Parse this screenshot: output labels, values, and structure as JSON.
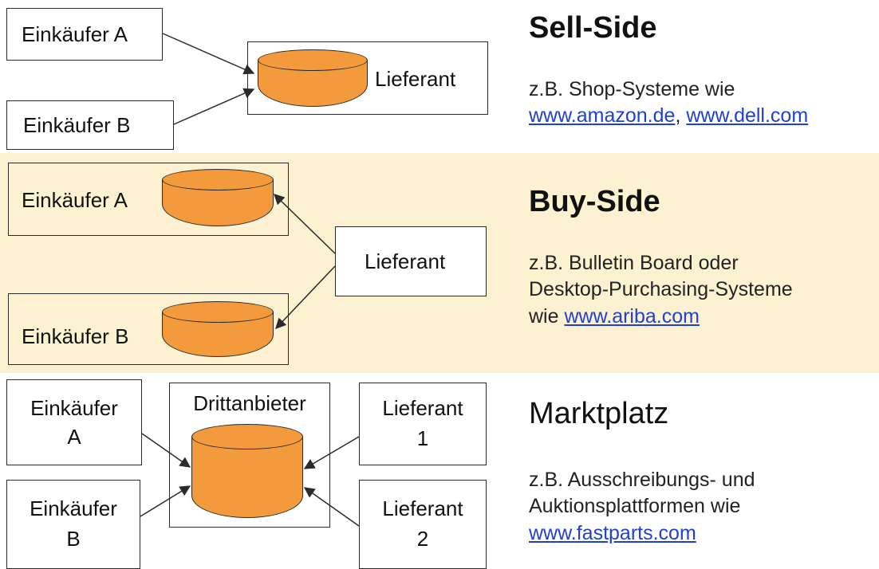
{
  "sell_side": {
    "buyer_a": "Einkäufer A",
    "buyer_b": "Einkäufer B",
    "supplier": "Lieferant",
    "heading": "Sell-Side",
    "desc_prefix": "z.B. Shop-Systeme wie",
    "link_1": "www.amazon.de",
    "separator": ", ",
    "link_2": "www.dell.com"
  },
  "buy_side": {
    "buyer_a": "Einkäufer A",
    "buyer_b": "Einkäufer B",
    "supplier": "Lieferant",
    "heading": "Buy-Side",
    "desc_line_1": "z.B. Bulletin Board oder",
    "desc_line_2": "Desktop-Purchasing-Systeme",
    "desc_prefix_3": "wie ",
    "link": "www.ariba.com"
  },
  "marketplace": {
    "buyer_a_line1": "Einkäufer",
    "buyer_a_line2": "A",
    "buyer_b_line1": "Einkäufer",
    "buyer_b_line2": "B",
    "third_party": "Drittanbieter",
    "supplier_1_line1": "Lieferant",
    "supplier_1_line2": "1",
    "supplier_2_line1": "Lieferant",
    "supplier_2_line2": "2",
    "heading": "Marktplatz",
    "desc_line_1": "z.B. Ausschreibungs- und",
    "desc_line_2": "Auktionsplattformen wie",
    "link": "www.fastparts.com"
  },
  "colors": {
    "database_fill": "#f39a3c",
    "band_fill": "#fcf2d2",
    "link": "#1f3fd6"
  }
}
